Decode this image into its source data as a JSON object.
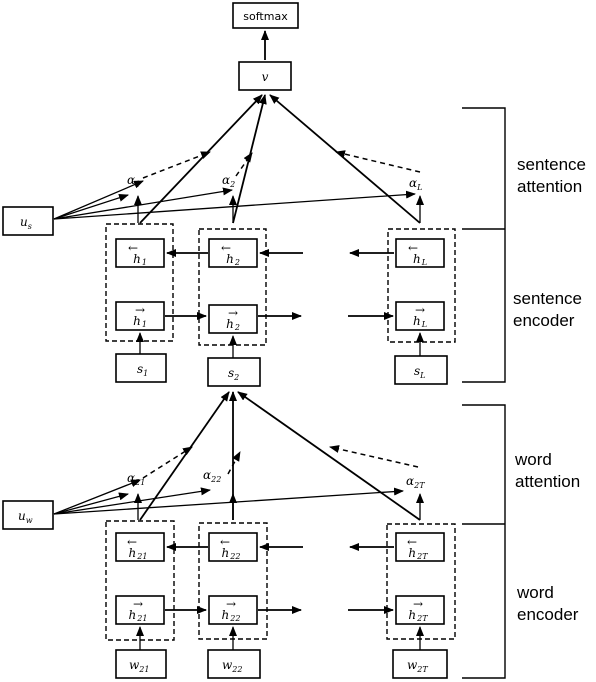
{
  "top": {
    "softmax": "softmax",
    "v": "v"
  },
  "context_vectors": {
    "sentence": "u",
    "sentence_sub": "s",
    "word": "u",
    "word_sub": "w"
  },
  "sentence_level": {
    "alphas": [
      {
        "base": "α",
        "sub": "1"
      },
      {
        "base": "α",
        "sub": "2"
      },
      {
        "base": "α",
        "sub": "L"
      }
    ],
    "back_states": [
      {
        "arrow": "←",
        "base": "h",
        "sub": "1"
      },
      {
        "arrow": "←",
        "base": "h",
        "sub": "2"
      },
      {
        "arrow": "←",
        "base": "h",
        "sub": "L"
      }
    ],
    "fwd_states": [
      {
        "arrow": "→",
        "base": "h",
        "sub": "1"
      },
      {
        "arrow": "→",
        "base": "h",
        "sub": "2"
      },
      {
        "arrow": "→",
        "base": "h",
        "sub": "L"
      }
    ],
    "inputs": [
      {
        "base": "s",
        "sub": "1"
      },
      {
        "base": "s",
        "sub": "2"
      },
      {
        "base": "s",
        "sub": "L"
      }
    ]
  },
  "word_level": {
    "alphas": [
      {
        "base": "α",
        "sub": "21"
      },
      {
        "base": "α",
        "sub": "22"
      },
      {
        "base": "α",
        "sub": "2T"
      }
    ],
    "back_states": [
      {
        "arrow": "←",
        "base": "h",
        "sub": "21"
      },
      {
        "arrow": "←",
        "base": "h",
        "sub": "22"
      },
      {
        "arrow": "←",
        "base": "h",
        "sub": "2T"
      }
    ],
    "fwd_states": [
      {
        "arrow": "→",
        "base": "h",
        "sub": "21"
      },
      {
        "arrow": "→",
        "base": "h",
        "sub": "22"
      },
      {
        "arrow": "→",
        "base": "h",
        "sub": "2T"
      }
    ],
    "inputs": [
      {
        "base": "w",
        "sub": "21"
      },
      {
        "base": "w",
        "sub": "22"
      },
      {
        "base": "w",
        "sub": "2T"
      }
    ]
  },
  "side_labels": {
    "sentence_attention": [
      "sentence",
      "attention"
    ],
    "sentence_encoder": [
      "sentence",
      "encoder"
    ],
    "word_attention": [
      "word",
      "attention"
    ],
    "word_encoder": [
      "word",
      "encoder"
    ]
  }
}
